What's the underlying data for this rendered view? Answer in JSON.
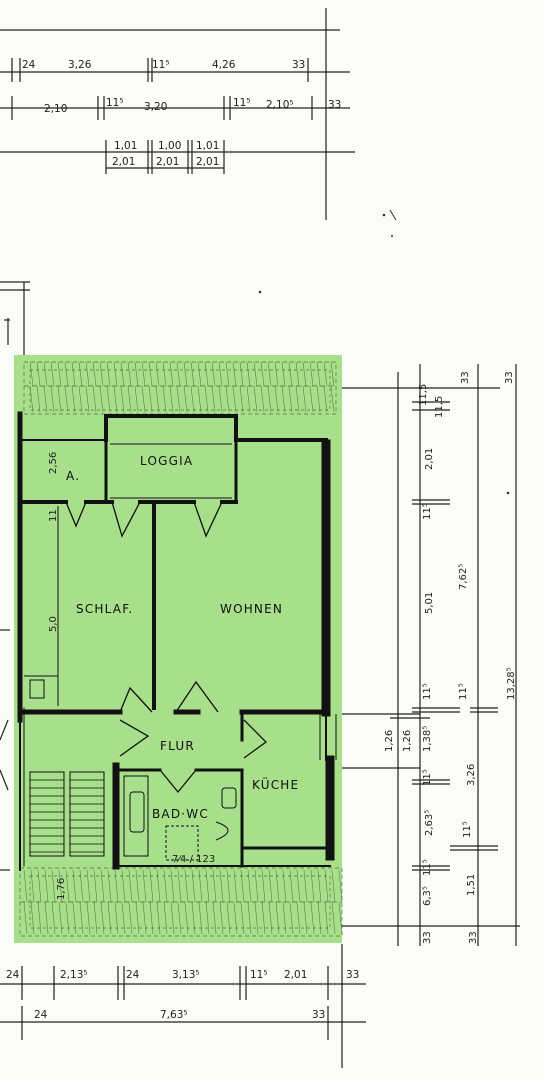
{
  "colors": {
    "highlight": "#a7df8a",
    "ink": "#111111",
    "paper": "#fbfbf8"
  },
  "rooms": {
    "loggia": "LOGGIA",
    "schlaf": "SCHLAF.",
    "wohnen": "WOHNEN",
    "flur": "FLUR",
    "kueche": "KÜCHE",
    "bad": "BAD·WC",
    "abstell": "A."
  },
  "top_dims": {
    "row1": [
      "24",
      "3,26",
      "11⁵",
      "4,26",
      "33"
    ],
    "row2": [
      "2,10",
      "11⁵",
      "3,20",
      "11⁵",
      "2,10⁵",
      "33"
    ],
    "row3_top": [
      "1,01",
      "1,00",
      "1,01"
    ],
    "row3_bottom": [
      "2,01",
      "2,01",
      "2,01"
    ]
  },
  "bottom_dims": {
    "row1": [
      "24",
      "2,13⁵",
      "24",
      "3,13⁵",
      "11⁵",
      "2,01",
      "33"
    ],
    "row2": [
      "24",
      "7,63⁵",
      "33"
    ]
  },
  "right_dims": {
    "col1": [
      "11,5",
      "2,01",
      "11⁵",
      "5,01",
      "11⁵",
      "1,26",
      "11⁵",
      "2,63⁵",
      "11⁵",
      "6,3⁵",
      "33"
    ],
    "col2": [
      "33",
      "11,5",
      "7,62⁵",
      "11⁵",
      "1,26",
      "1,38⁵",
      "11⁵",
      "1,51",
      "33"
    ],
    "col3": [
      "33",
      "13,28⁵",
      "3,26"
    ]
  },
  "left_dims": [
    "2,56",
    "11",
    "5,0",
    "1,76"
  ],
  "stair_label": "7⁄4 / 123"
}
